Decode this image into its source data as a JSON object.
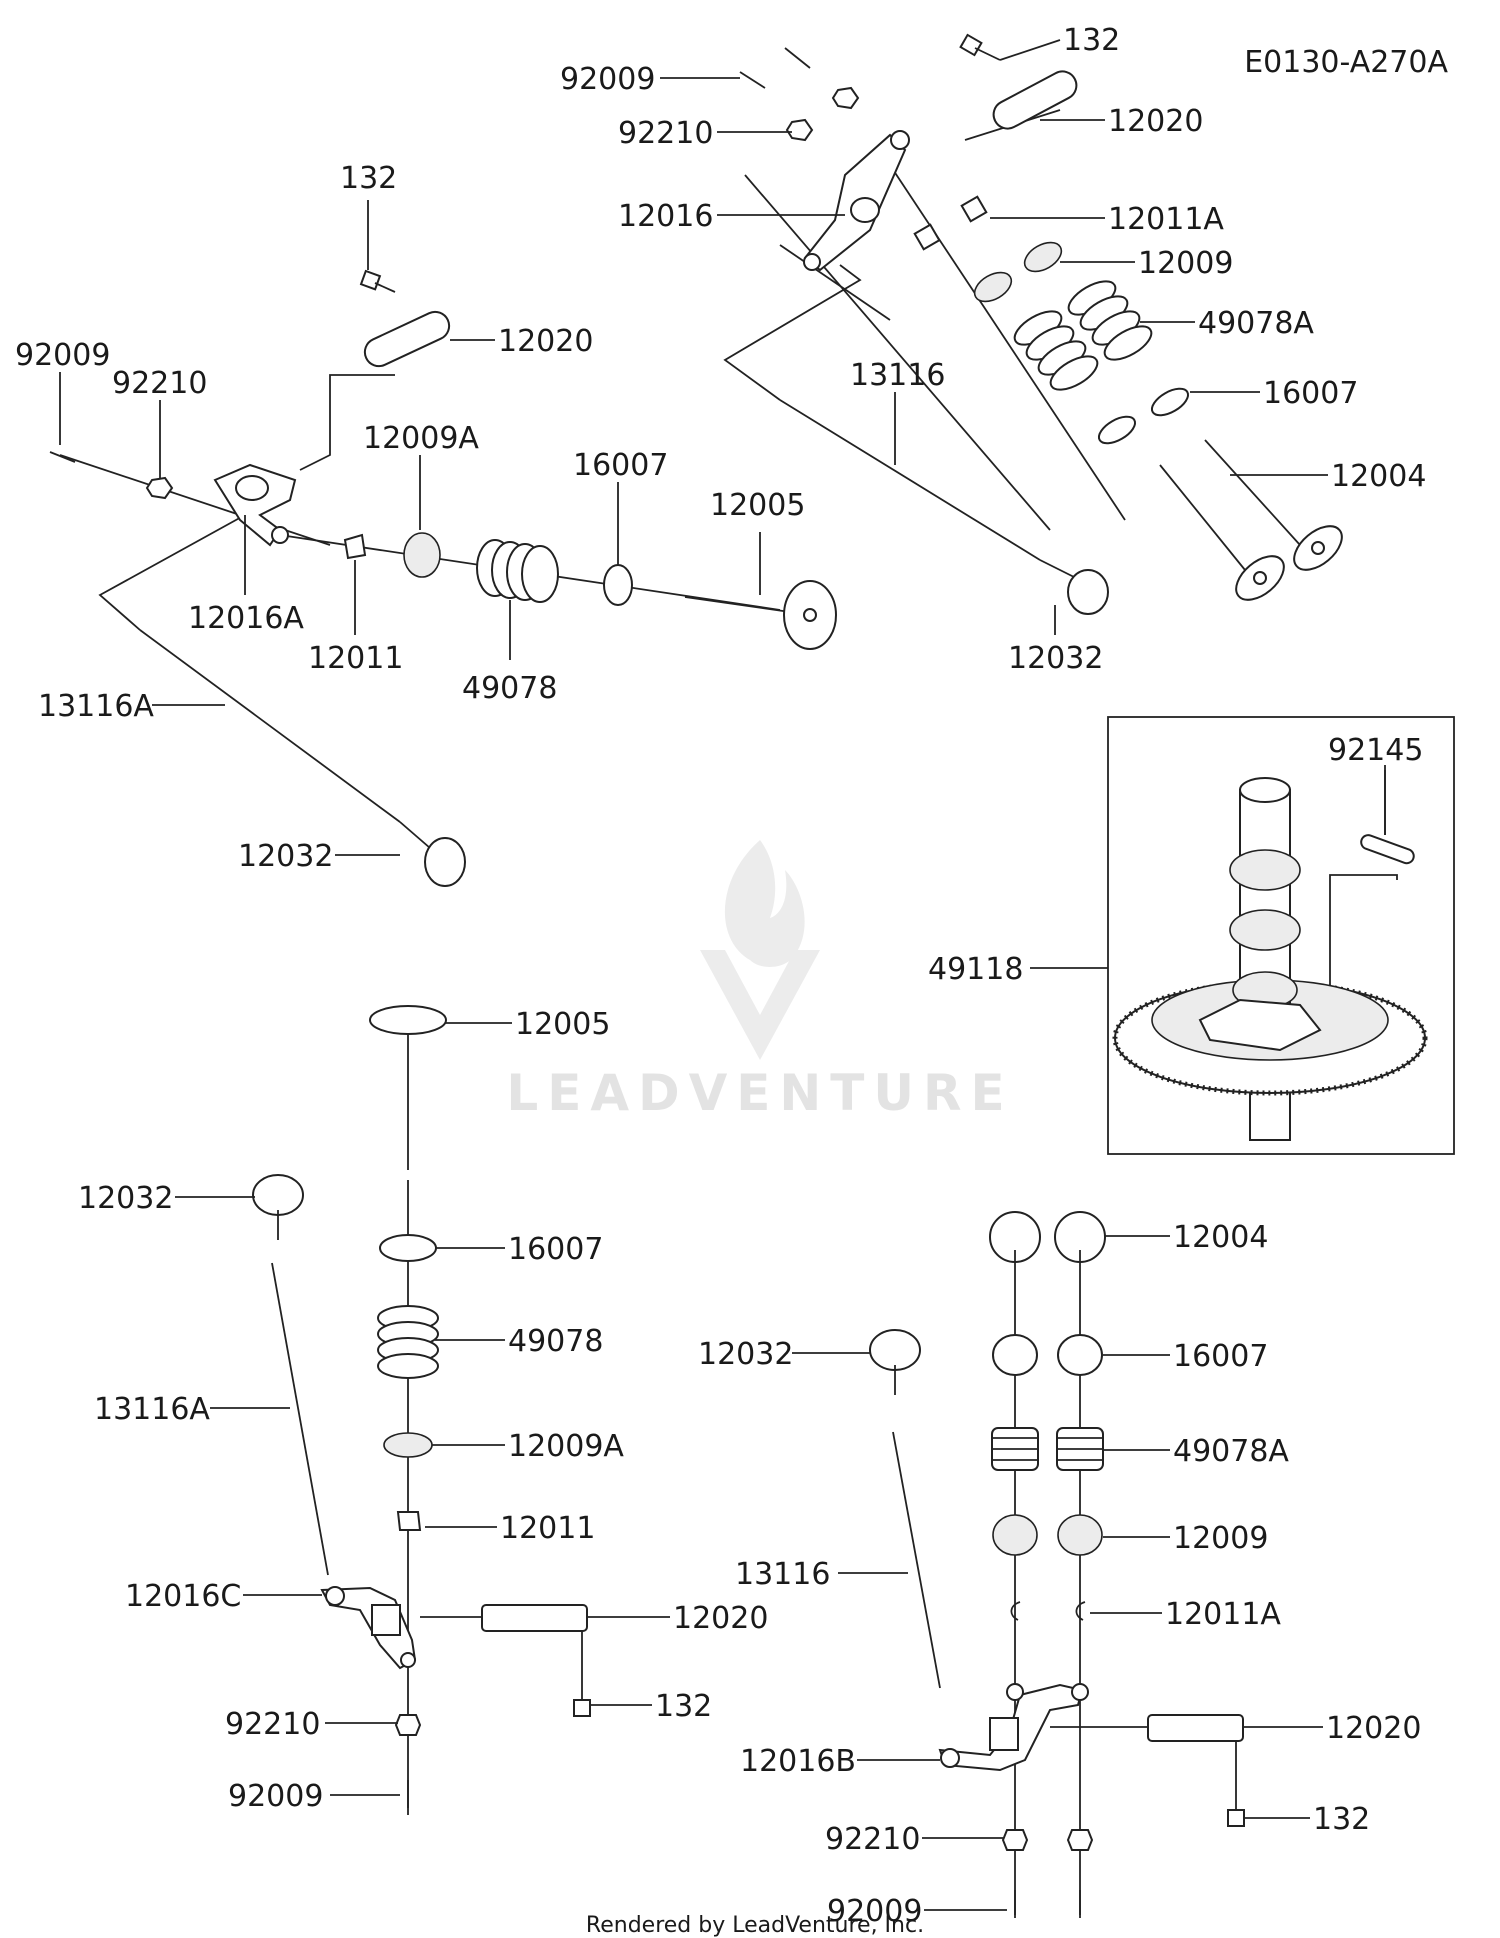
{
  "diagram": {
    "code": "E0130-A270A",
    "footer": "Rendered by LeadVenture, Inc.",
    "watermark": "LEADVENTURE"
  },
  "callouts": [
    {
      "text": "132"
    },
    {
      "text": "92009"
    },
    {
      "text": "12020"
    },
    {
      "text": "92210"
    },
    {
      "text": "12016"
    },
    {
      "text": "12011A"
    },
    {
      "text": "12009"
    },
    {
      "text": "49078A"
    },
    {
      "text": "16007"
    },
    {
      "text": "12004"
    },
    {
      "text": "13116"
    },
    {
      "text": "12032"
    },
    {
      "text": "132"
    },
    {
      "text": "12020"
    },
    {
      "text": "92009"
    },
    {
      "text": "92210"
    },
    {
      "text": "12009A"
    },
    {
      "text": "16007"
    },
    {
      "text": "12005"
    },
    {
      "text": "12016A"
    },
    {
      "text": "12011"
    },
    {
      "text": "49078"
    },
    {
      "text": "13116A"
    },
    {
      "text": "12032"
    },
    {
      "text": "92145"
    },
    {
      "text": "49118"
    },
    {
      "text": "12005"
    },
    {
      "text": "12032"
    },
    {
      "text": "16007"
    },
    {
      "text": "49078"
    },
    {
      "text": "13116A"
    },
    {
      "text": "12009A"
    },
    {
      "text": "12011"
    },
    {
      "text": "12016C"
    },
    {
      "text": "12020"
    },
    {
      "text": "132"
    },
    {
      "text": "92210"
    },
    {
      "text": "92009"
    },
    {
      "text": "12004"
    },
    {
      "text": "12032"
    },
    {
      "text": "16007"
    },
    {
      "text": "49078A"
    },
    {
      "text": "12009"
    },
    {
      "text": "13116"
    },
    {
      "text": "12011A"
    },
    {
      "text": "12020"
    },
    {
      "text": "12016B"
    },
    {
      "text": "132"
    },
    {
      "text": "92210"
    },
    {
      "text": "92009"
    }
  ]
}
